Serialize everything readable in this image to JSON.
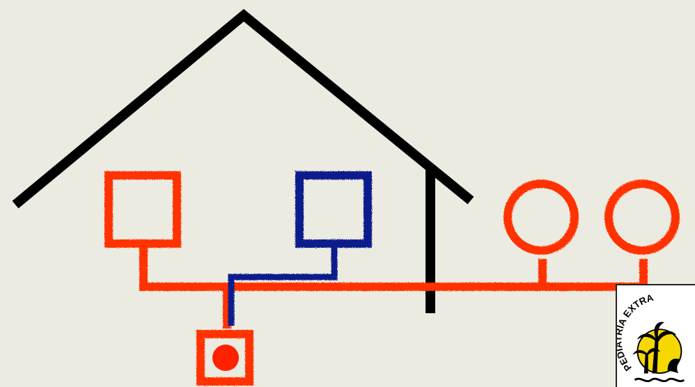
{
  "diagram": {
    "colors": {
      "house": "#000000",
      "family_line": "#ff3300",
      "paternal_line": "#0a1a8c",
      "background": "#ecebe1"
    },
    "members": [
      {
        "id": "left-square",
        "shape": "square",
        "color": "#ff3300"
      },
      {
        "id": "father-square",
        "shape": "square",
        "color": "#0a1a8c"
      },
      {
        "id": "circle-1",
        "shape": "circle",
        "color": "#ff3300"
      },
      {
        "id": "circle-2",
        "shape": "circle",
        "color": "#ff3300"
      },
      {
        "id": "child-square",
        "shape": "square-with-dot",
        "color": "#ff3300"
      }
    ]
  },
  "logo": {
    "text": "PEDIATRIA EXTRA"
  }
}
